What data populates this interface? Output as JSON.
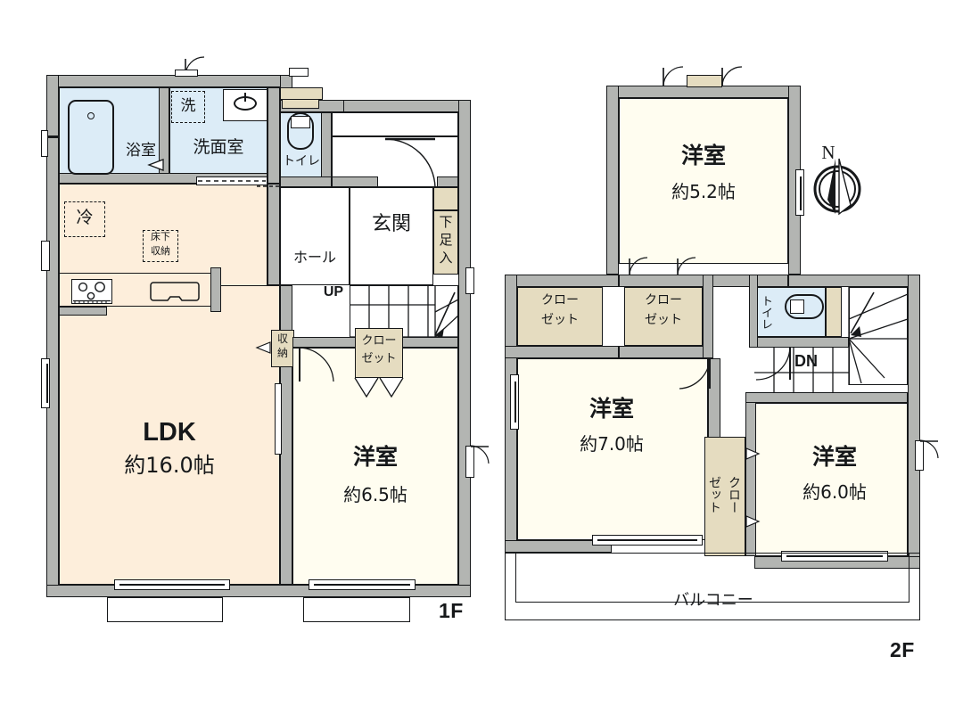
{
  "plan": {
    "type": "japanese-real-estate-floor-plan",
    "floors": [
      {
        "id": "1F",
        "tag": "1F"
      },
      {
        "id": "2F",
        "tag": "2F"
      }
    ],
    "compass": {
      "label": "N",
      "name": "north-compass"
    }
  },
  "floor1": {
    "tag": "1F",
    "rooms": {
      "ldk": {
        "name": "LDK",
        "area": "約16.0帖"
      },
      "washitsu": {
        "name": "洋室",
        "area": "約6.5帖"
      },
      "bath": {
        "name": "浴室"
      },
      "washroom": {
        "name": "洗面室"
      },
      "toilet": {
        "name": "トイレ"
      },
      "entrance": {
        "name": "玄関"
      },
      "hall": {
        "name": "ホール"
      }
    },
    "labels": {
      "washer": "洗",
      "fridge": "冷",
      "under_storage": "床下\n収納",
      "under_storage_l1": "床下",
      "under_storage_l2": "収納",
      "shoe_box_l1": "下",
      "shoe_box_l2": "足",
      "shoe_box_l3": "入",
      "storage_l1": "収",
      "storage_l2": "納",
      "closet_l1": "クロー",
      "closet_l2": "ゼット",
      "stairs_up": "UP"
    }
  },
  "floor2": {
    "tag": "2F",
    "rooms": {
      "bedroom_north": {
        "name": "洋室",
        "area": "約5.2帖"
      },
      "bedroom_west": {
        "name": "洋室",
        "area": "約7.0帖"
      },
      "bedroom_east": {
        "name": "洋室",
        "area": "約6.0帖"
      },
      "toilet": {
        "name": "トイレ"
      }
    },
    "labels": {
      "closet_a_l1": "クロー",
      "closet_a_l2": "ゼット",
      "closet_b_l1": "クロー",
      "closet_b_l2": "ゼット",
      "closet_tall_l1": "クロー",
      "closet_tall_l2": "ゼット",
      "balcony": "バルコニー",
      "stairs_down": "DN"
    }
  },
  "colors": {
    "wall": "#b3b5b2",
    "outline": "#16181a",
    "ldk_fill": "#fdeedb",
    "room_fill": "#fffdf0",
    "wet_fill": "#dcecf7",
    "closet_fill": "#e5dcc0",
    "white_fill": "#ffffff"
  }
}
